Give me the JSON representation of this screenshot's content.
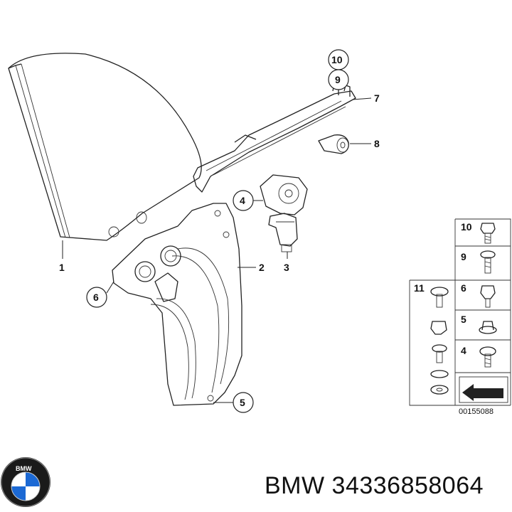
{
  "callouts": {
    "c1": "1",
    "c2": "2",
    "c3": "3",
    "c4": "4",
    "c5": "5",
    "c6": "6",
    "c7": "7",
    "c8": "8",
    "c9": "9",
    "c10": "10"
  },
  "legend": {
    "l10": "10",
    "l9": "9",
    "l11": "11",
    "l6": "6",
    "l5": "5",
    "l4": "4"
  },
  "diagram_code": "00155088",
  "footer": {
    "brand_text": "BMW",
    "part_number_text": "BMW 34336858064"
  },
  "colors": {
    "line": "#222222",
    "background": "#ffffff",
    "logo_blue": "#1c69d4"
  }
}
